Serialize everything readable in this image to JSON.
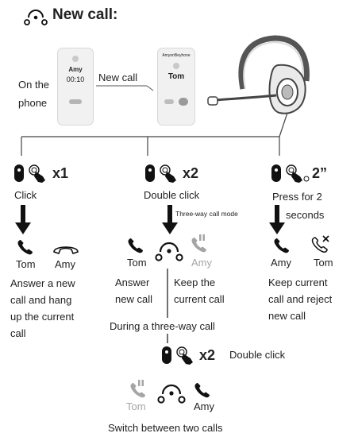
{
  "header": {
    "title": "New call:"
  },
  "phone_section": {
    "label_line1": "On the",
    "label_line2": "phone",
    "phone1_name": "Amy",
    "phone1_time": "00:10",
    "arrow_label": "New call",
    "phone2_top": "AmyonBeyhone",
    "phone2_name": "Tom"
  },
  "branches": {
    "left": {
      "count": "x1",
      "action": "Click",
      "icon_label_1": "Tom",
      "icon_label_2": "Amy",
      "desc": [
        "Answer a new",
        "call and hang",
        "up the current",
        "call"
      ]
    },
    "middle": {
      "count": "x2",
      "action": "Double click",
      "mode": "Three-way call mode",
      "icon_label_1": "Tom",
      "icon_label_2": "Amy",
      "desc_dark": [
        "Answer",
        "new call"
      ],
      "desc_gray": [
        "Keep the",
        "current call"
      ]
    },
    "right": {
      "count": "2”",
      "action_line1": "Press for 2",
      "action_line2": "seconds",
      "icon_label_1": "Amy",
      "icon_label_2": "Tom",
      "desc": [
        "Keep current",
        "call and reject",
        "new call"
      ]
    }
  },
  "three_way": {
    "label": "During a three-way call",
    "count": "x2",
    "action": "Double click",
    "icon_label_1": "Tom",
    "icon_label_2": "Amy",
    "footer": "Switch between two calls"
  }
}
